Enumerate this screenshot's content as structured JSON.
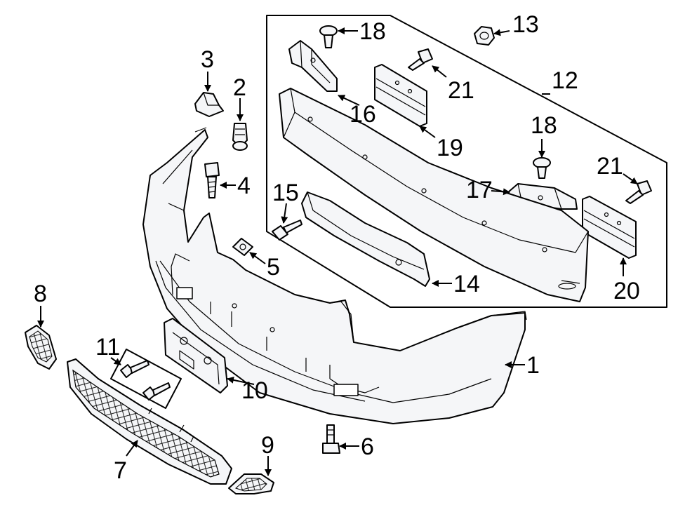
{
  "callouts": [
    {
      "id": "1",
      "text": "1"
    },
    {
      "id": "2",
      "text": "2"
    },
    {
      "id": "3",
      "text": "3"
    },
    {
      "id": "4",
      "text": "4"
    },
    {
      "id": "5",
      "text": "5"
    },
    {
      "id": "6",
      "text": "6"
    },
    {
      "id": "7",
      "text": "7"
    },
    {
      "id": "8",
      "text": "8"
    },
    {
      "id": "9",
      "text": "9"
    },
    {
      "id": "10",
      "text": "10"
    },
    {
      "id": "11",
      "text": "11"
    },
    {
      "id": "12",
      "text": "12"
    },
    {
      "id": "13",
      "text": "13"
    },
    {
      "id": "14",
      "text": "14"
    },
    {
      "id": "15",
      "text": "15"
    },
    {
      "id": "16",
      "text": "16"
    },
    {
      "id": "17",
      "text": "17"
    },
    {
      "id": "18a",
      "text": "18"
    },
    {
      "id": "18b",
      "text": "18"
    },
    {
      "id": "19",
      "text": "19"
    },
    {
      "id": "20",
      "text": "20"
    },
    {
      "id": "21a",
      "text": "21"
    },
    {
      "id": "21b",
      "text": "21"
    }
  ]
}
